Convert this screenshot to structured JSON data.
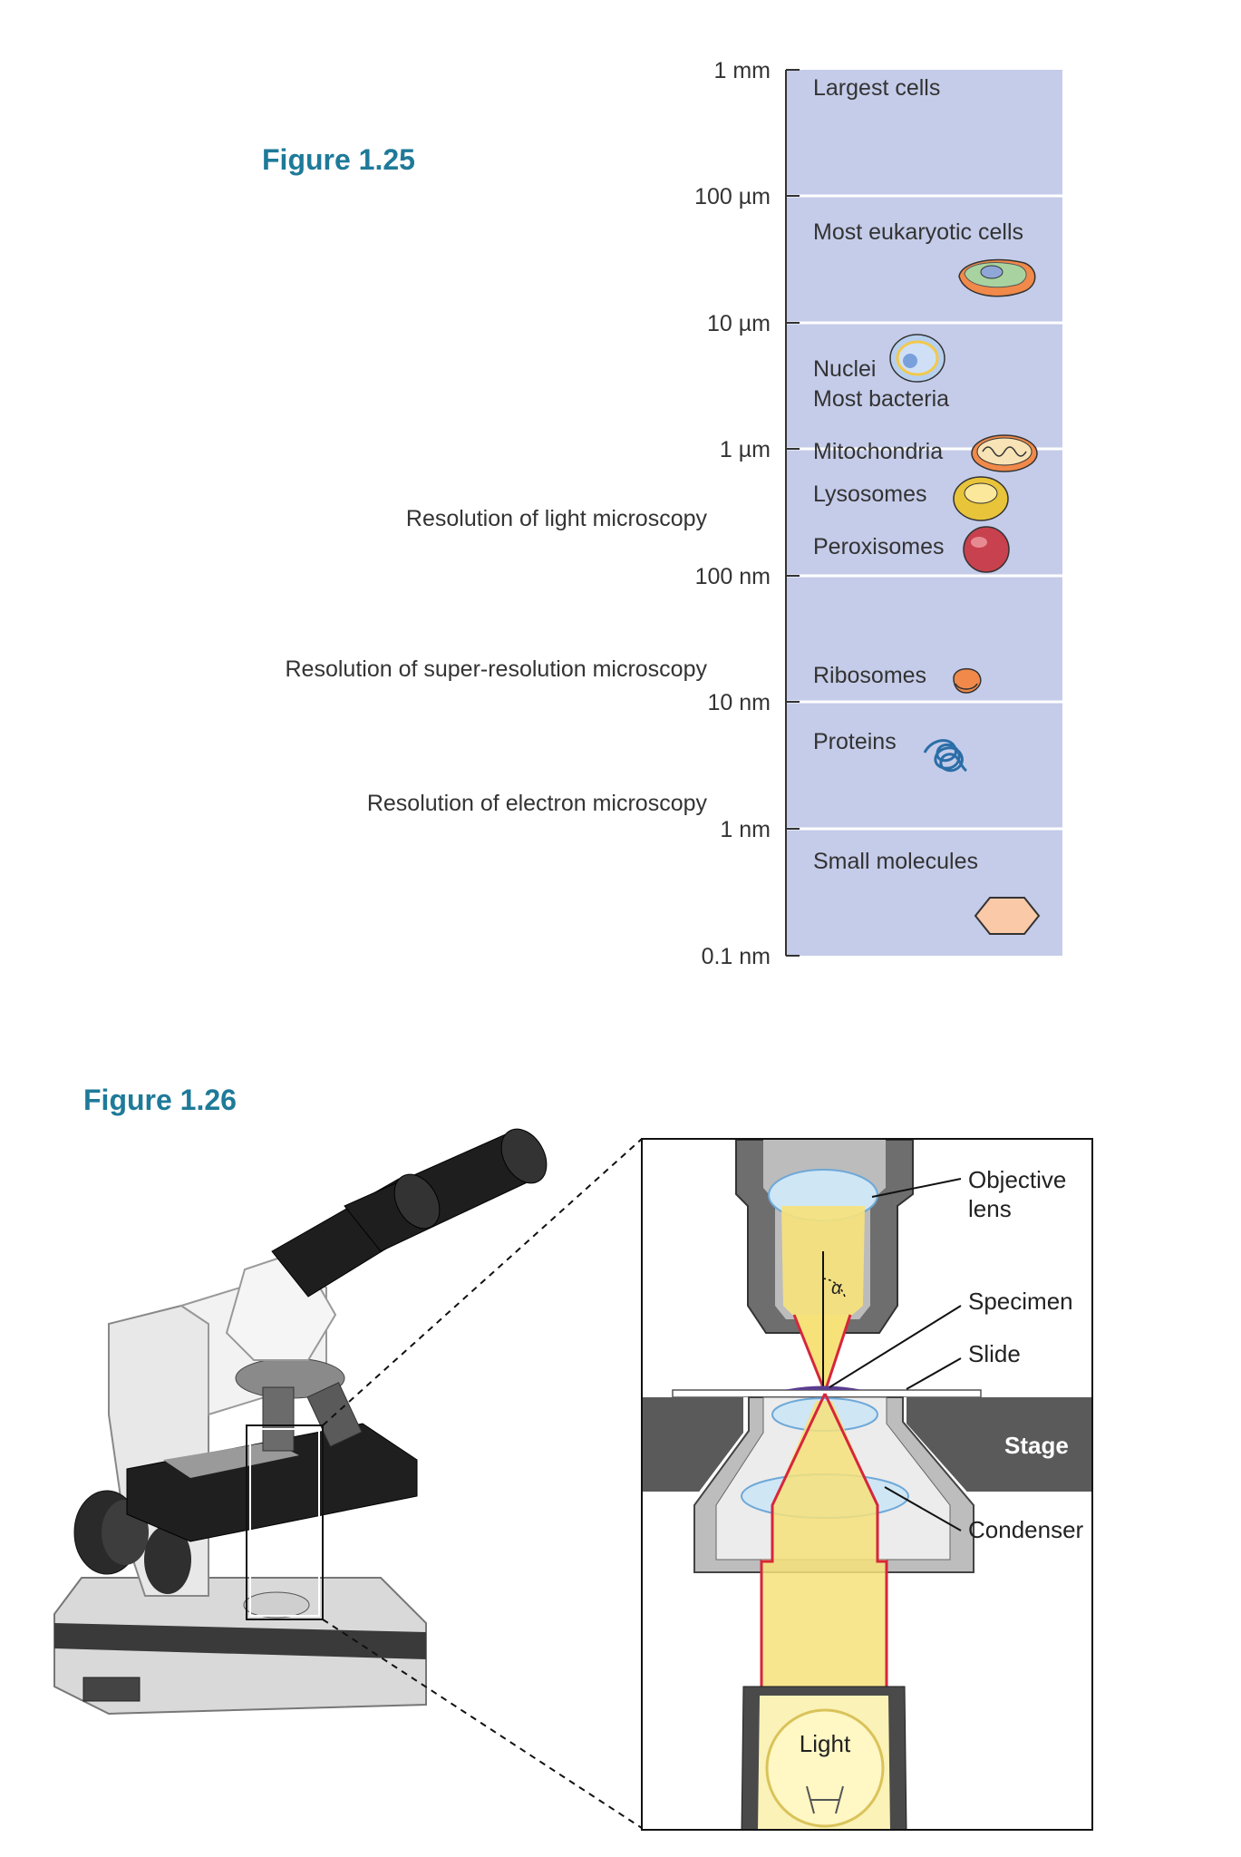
{
  "figure_25": {
    "title": "Figure 1.25",
    "scale_ticks": [
      "1 mm",
      "100 µm",
      "10 µm",
      "1 µm",
      "100 nm",
      "10 nm",
      "1 nm",
      "0.1 nm"
    ],
    "structures": [
      "Largest cells",
      "Most eukaryotic cells",
      "Nuclei",
      "Most bacteria",
      "Mitochondria",
      "Lysosomes",
      "Peroxisomes",
      "Ribosomes",
      "Proteins",
      "Small molecules"
    ],
    "resolutions": [
      "Resolution of light microscopy",
      "Resolution of super-resolution microscopy",
      "Resolution of electron microscopy"
    ],
    "icons": [
      "eukaryotic-cell-icon",
      "nucleus-icon",
      "mitochondrion-icon",
      "lysosome-icon",
      "peroxisome-icon",
      "ribosome-icon",
      "protein-icon",
      "small-molecule-icon"
    ],
    "colors": {
      "scale_bg": "#c5cce9",
      "title": "#1f7a99"
    }
  },
  "figure_26": {
    "title": "Figure 1.26",
    "labels": {
      "objective": [
        "Objective",
        "lens"
      ],
      "alpha": "α",
      "specimen": "Specimen",
      "slide": "Slide",
      "stage": "Stage",
      "condenser": "Condenser",
      "light": "Light"
    },
    "colors": {
      "light_beam": "#f7e27a",
      "ray": "#d6263c",
      "stage": "#5a5a5a"
    }
  }
}
